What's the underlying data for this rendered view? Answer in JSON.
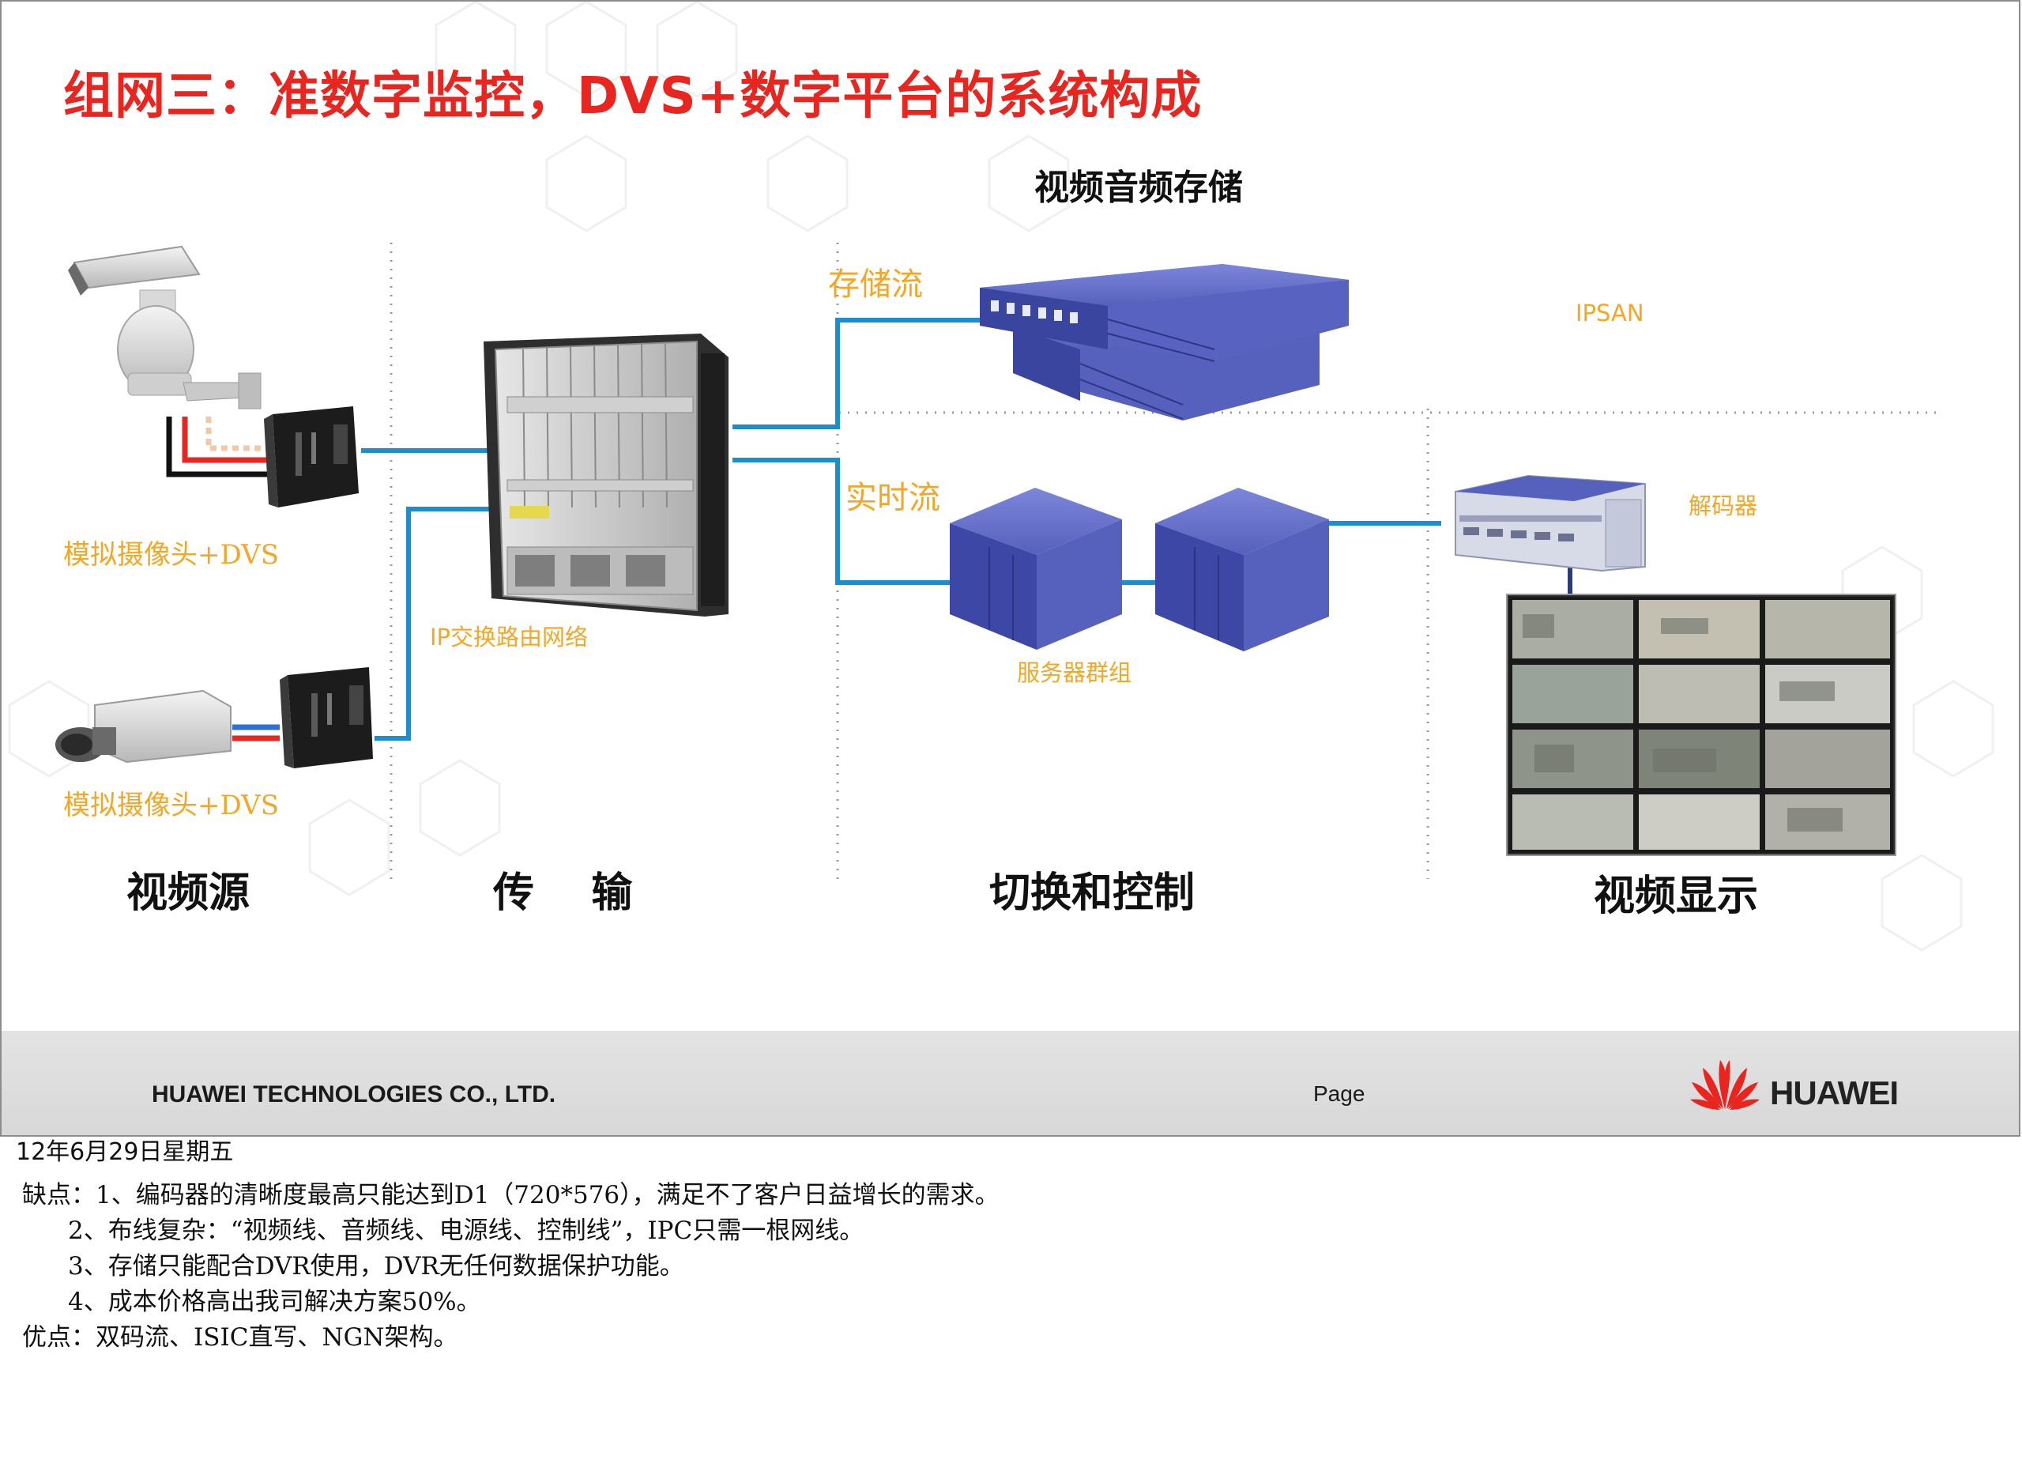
{
  "slide": {
    "title": "组网三：准数字监控，DVS+数字平台的系统构成",
    "labels": {
      "storage_title": "视频音频存储",
      "ipsan": "IPSAN",
      "storage_flow": "存储流",
      "realtime_flow": "实时流",
      "camera1": "模拟摄像头+DVS",
      "camera2": "模拟摄像头+DVS",
      "ip_network": "IP交换路由网络",
      "server_group": "服务器群组",
      "decoder": "解码器"
    },
    "sections": {
      "source": "视频源",
      "transmission": "传    输",
      "control": "切换和控制",
      "display": "视频显示"
    },
    "colors": {
      "title": "#e8251f",
      "label": "#f5a623",
      "link": "#1a8fd0",
      "device": "#4a57b8"
    }
  },
  "footer": {
    "company": "HUAWEI TECHNOLOGIES CO., LTD.",
    "page_label": "Page",
    "brand": "HUAWEI",
    "logo_icon": "huawei-flower-icon"
  },
  "notes": {
    "date": "12年6月29日星期五",
    "lines": [
      "缺点：1、编码器的清晰度最高只能达到D1（720*576），满足不了客户日益增长的需求。",
      "2、布线复杂：“视频线、音频线、电源线、控制线”，IPC只需一根网线。",
      "3、存储只能配合DVR使用，DVR无任何数据保护功能。",
      "4、成本价格高出我司解决方案50%。",
      "优点：双码流、ISIC直写、NGN架构。"
    ]
  }
}
